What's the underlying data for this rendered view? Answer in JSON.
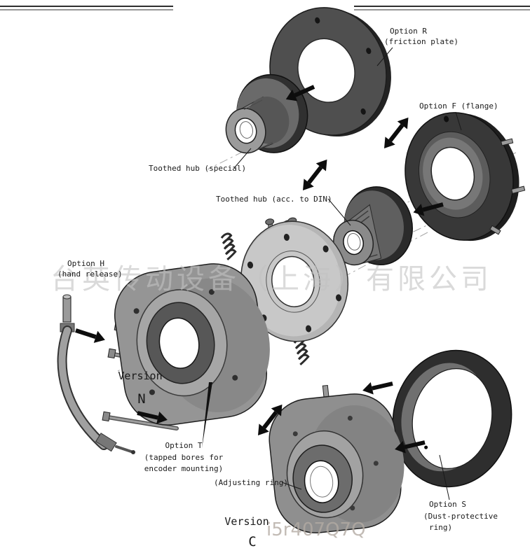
{
  "watermarks": {
    "company": "台英传动设备（上海）有限公司",
    "code": "i5r407Q7Q"
  },
  "labels": {
    "option_r": {
      "line1": "Option R",
      "line2": "(friction plate)"
    },
    "option_f": {
      "text": "Option F (flange)"
    },
    "toothed_hub_special": {
      "text": "Toothed hub (special)"
    },
    "toothed_hub_din": {
      "text": "Toothed hub (acc. to DIN)"
    },
    "option_h": {
      "line1": "Option H",
      "line2": "(hand release)"
    },
    "version_n": {
      "word": "Version",
      "letter": "N"
    },
    "option_t": {
      "line1": "Option T",
      "line2": "(tapped bores for",
      "line3": "encoder mounting)"
    },
    "adjusting_ring": {
      "text": "(Adjusting ring)"
    },
    "version_c": {
      "word": "Version",
      "letter": "C"
    },
    "option_s": {
      "line1": "Option S",
      "line2": "(Dust-protective",
      "line3": "ring)"
    }
  },
  "colors": {
    "part_dark": "#2e2e2e",
    "part_mid": "#8f8f8f",
    "part_light": "#c8c8c8",
    "label_ink": "#1a1a1a",
    "watermark_gray": "#c2c2c2"
  }
}
